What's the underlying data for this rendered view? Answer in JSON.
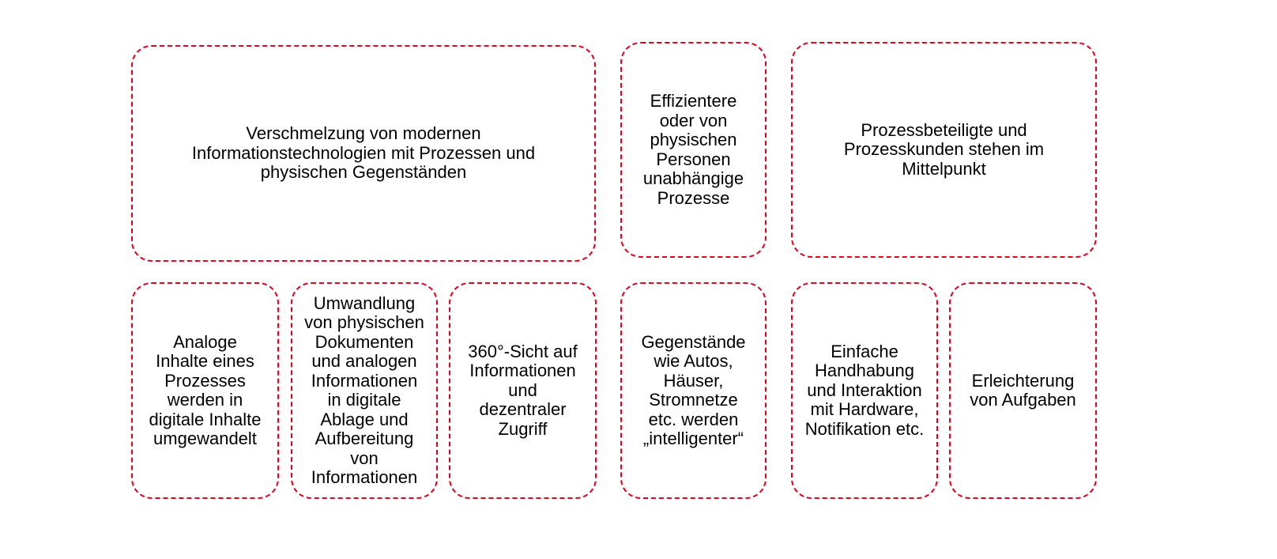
{
  "colors": {
    "border": "#e2001a",
    "text": "#000000",
    "background": "#ffffff"
  },
  "boxes": {
    "top_left": "Verschmelzung von modernen\nInformationstechnologien mit Prozessen und\nphysischen Gegenständen",
    "top_middle": "Effizientere\noder von\nphysischen\nPersonen\nunabhängige\nProzesse",
    "top_right": "Prozessbeteiligte und\nProzesskunden stehen im\nMittelpunkt",
    "bottom_1": "Analoge\nInhalte eines\nProzesses\nwerden in\ndigitale Inhalte\numgewandelt",
    "bottom_2": "Umwandlung\nvon physischen\nDokumenten\nund analogen\nInformationen\nin digitale\nAblage und\nAufbereitung\nvon\nInformationen",
    "bottom_3": "360°-Sicht auf\nInformationen\nund\ndezentraler\nZugriff",
    "bottom_4": "Gegenstände\nwie Autos,\nHäuser,\nStromnetze\netc. werden\n„intelligenter“",
    "bottom_5": "Einfache\nHandhabung\nund Interaktion\nmit Hardware,\nNotifikation etc.",
    "bottom_6": "Erleichterung\nvon Aufgaben"
  }
}
